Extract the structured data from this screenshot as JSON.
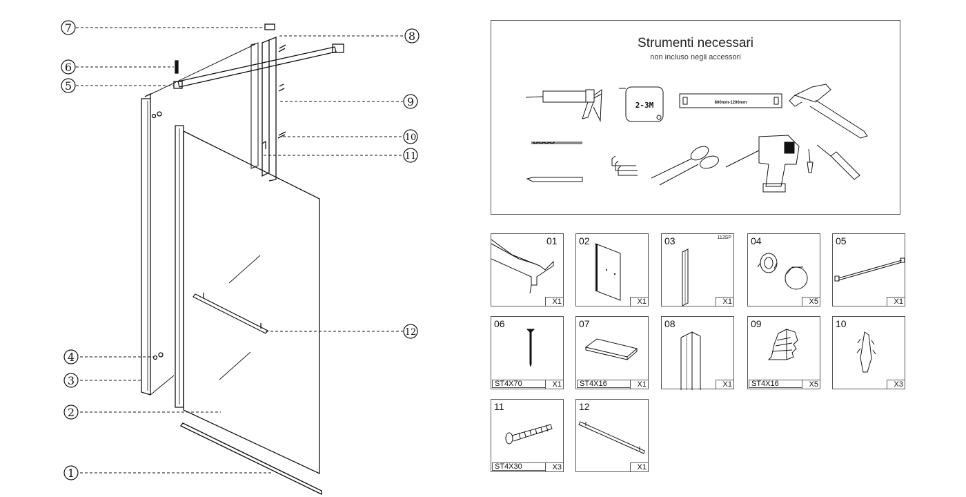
{
  "callouts": [
    "1",
    "2",
    "3",
    "4",
    "5",
    "6",
    "7",
    "8",
    "9",
    "10",
    "11",
    "12"
  ],
  "tools": {
    "title": "Strumenti necessari",
    "subtitle": "non incluso negli accessori",
    "tape_label": "2-3M",
    "level_label": "800mm-1200mm",
    "items": [
      "caulking-gun",
      "tape-measure",
      "spirit-level",
      "hammer",
      "drill-bit",
      "hex-keys",
      "scissors",
      "power-drill",
      "screwdriver-bits",
      "screwdriver",
      "pencil"
    ]
  },
  "parts": [
    {
      "num": "01",
      "qty": "X1",
      "spec": "",
      "note": ""
    },
    {
      "num": "02",
      "qty": "X1",
      "spec": "",
      "note": ""
    },
    {
      "num": "03",
      "qty": "X1",
      "spec": "",
      "note": "113SP"
    },
    {
      "num": "04",
      "qty": "X5",
      "spec": "",
      "note": ""
    },
    {
      "num": "05",
      "qty": "X1",
      "spec": "",
      "note": ""
    },
    {
      "num": "06",
      "qty": "X1",
      "spec": "ST4X70",
      "note": ""
    },
    {
      "num": "07",
      "qty": "X1",
      "spec": "ST4X16",
      "note": ""
    },
    {
      "num": "08",
      "qty": "X1",
      "spec": "",
      "note": ""
    },
    {
      "num": "09",
      "qty": "X5",
      "spec": "ST4X16",
      "note": ""
    },
    {
      "num": "10",
      "qty": "X3",
      "spec": "",
      "note": ""
    },
    {
      "num": "11",
      "qty": "X3",
      "spec": "ST4X30",
      "note": ""
    },
    {
      "num": "12",
      "qty": "X1",
      "spec": "",
      "note": ""
    }
  ],
  "colors": {
    "line": "#111111",
    "frame": "#555555"
  }
}
